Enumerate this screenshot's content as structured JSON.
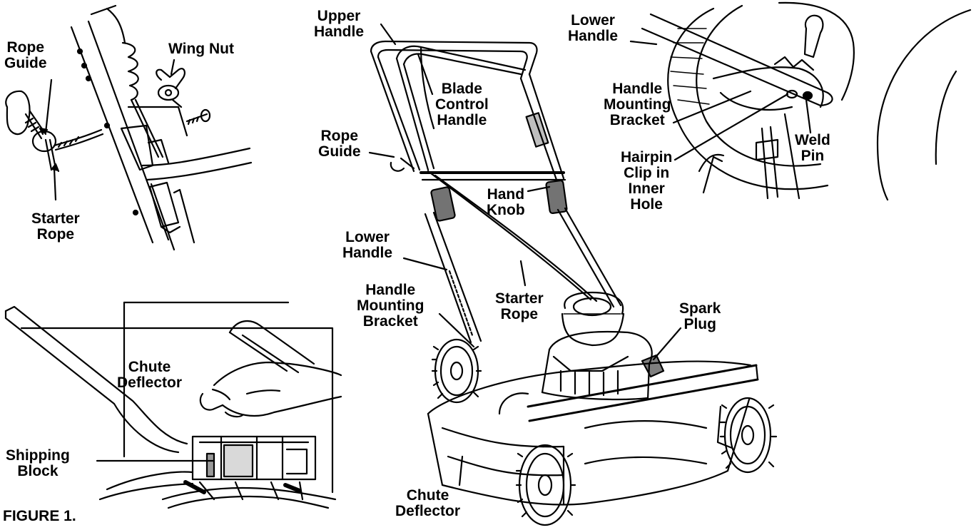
{
  "figure": {
    "caption": "FIGURE 1."
  },
  "panels": {
    "rope_guide_detail": {
      "labels": {
        "rope_guide": [
          "Rope",
          "Guide"
        ],
        "wing_nut": [
          "Wing Nut"
        ],
        "starter_rope": [
          "Starter",
          "Rope"
        ]
      }
    },
    "chute_detail": {
      "labels": {
        "chute_deflector": [
          "Chute",
          "Deflector"
        ],
        "shipping_block": [
          "Shipping",
          "Block"
        ]
      }
    },
    "mower": {
      "labels": {
        "upper_handle": [
          "Upper",
          "Handle"
        ],
        "blade_control_handle": [
          "Blade",
          "Control",
          "Handle"
        ],
        "rope_guide": [
          "Rope",
          "Guide"
        ],
        "hand_knob": [
          "Hand",
          "Knob"
        ],
        "lower_handle": [
          "Lower",
          "Handle"
        ],
        "handle_mounting_bracket": [
          "Handle",
          "Mounting",
          "Bracket"
        ],
        "starter_rope": [
          "Starter",
          "Rope"
        ],
        "spark_plug": [
          "Spark",
          "Plug"
        ],
        "chute_deflector": [
          "Chute",
          "Deflector"
        ]
      }
    },
    "bracket_detail": {
      "labels": {
        "lower_handle": [
          "Lower",
          "Handle"
        ],
        "handle_mounting_bracket": [
          "Handle",
          "Mounting",
          "Bracket"
        ],
        "weld_pin": [
          "Weld",
          "Pin"
        ],
        "hairpin_clip": [
          "Hairpin",
          "Clip in",
          "Inner",
          "Hole"
        ]
      }
    }
  }
}
